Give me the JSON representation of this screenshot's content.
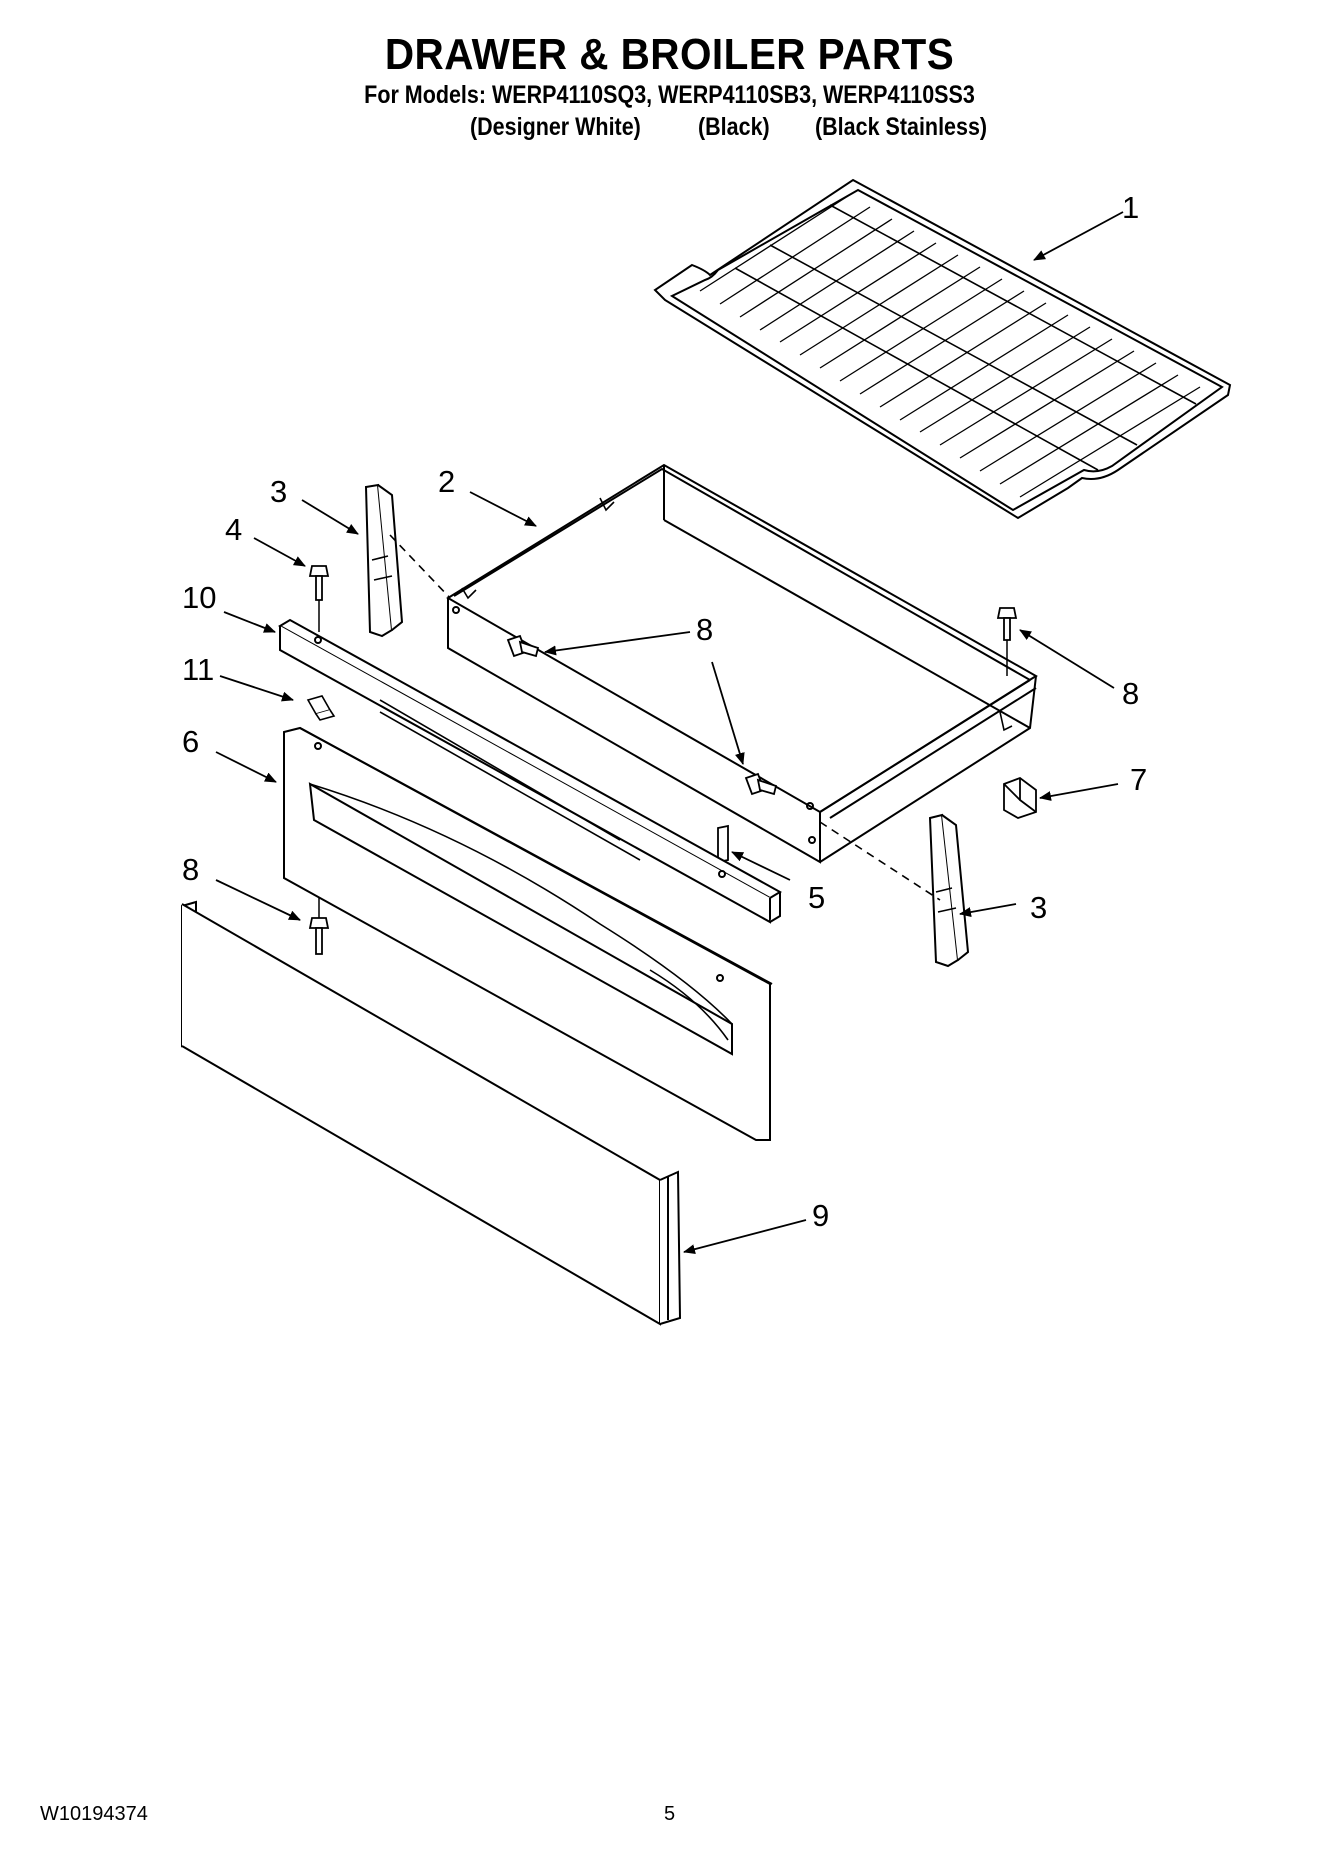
{
  "header": {
    "title": "DRAWER & BROILER PARTS",
    "models_line": "For Models: WERP4110SQ3, WERP4110SB3, WERP4110SS3",
    "variants": [
      "(Designer White)",
      "(Black)",
      "(Black Stainless)"
    ]
  },
  "callouts": {
    "c1": "1",
    "c2": "2",
    "c3a": "3",
    "c3b": "3",
    "c4": "4",
    "c5": "5",
    "c6": "6",
    "c7": "7",
    "c8a": "8",
    "c8b": "8",
    "c8c": "8",
    "c9": "9",
    "c10": "10",
    "c11": "11"
  },
  "footer": {
    "doc_number": "W10194374",
    "page_number": "5"
  }
}
